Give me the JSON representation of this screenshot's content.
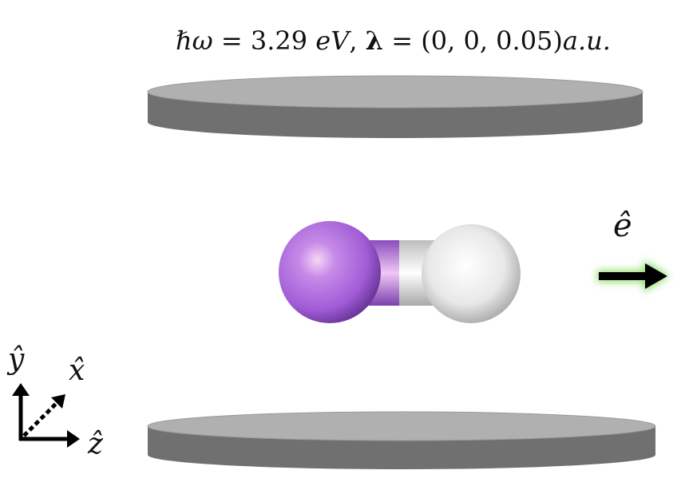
{
  "caption": {
    "hbar_omega": "ℏω",
    "equals": " = ",
    "energy_value": "3.29",
    "energy_unit": " eV",
    "separator": ", ",
    "lambda_symbol": "λ",
    "equals2": " = ",
    "lambda_value": "(0, 0, 0.05)",
    "lambda_unit": "a.u."
  },
  "polarization": {
    "label": "ê",
    "arrow_color": "#000000",
    "glow_color": "#7ed957"
  },
  "axes": {
    "y_label": "ŷ",
    "x_label": "x̂",
    "z_label": "ẑ"
  },
  "molecule": {
    "atom_left_color": "#a05cd6",
    "atom_right_color": "#e8e8e8",
    "bond_left_color": "#b580e0",
    "bond_right_color": "#ededed"
  },
  "plates": {
    "top_color": "#b0b0b0",
    "side_color": "#707070"
  }
}
